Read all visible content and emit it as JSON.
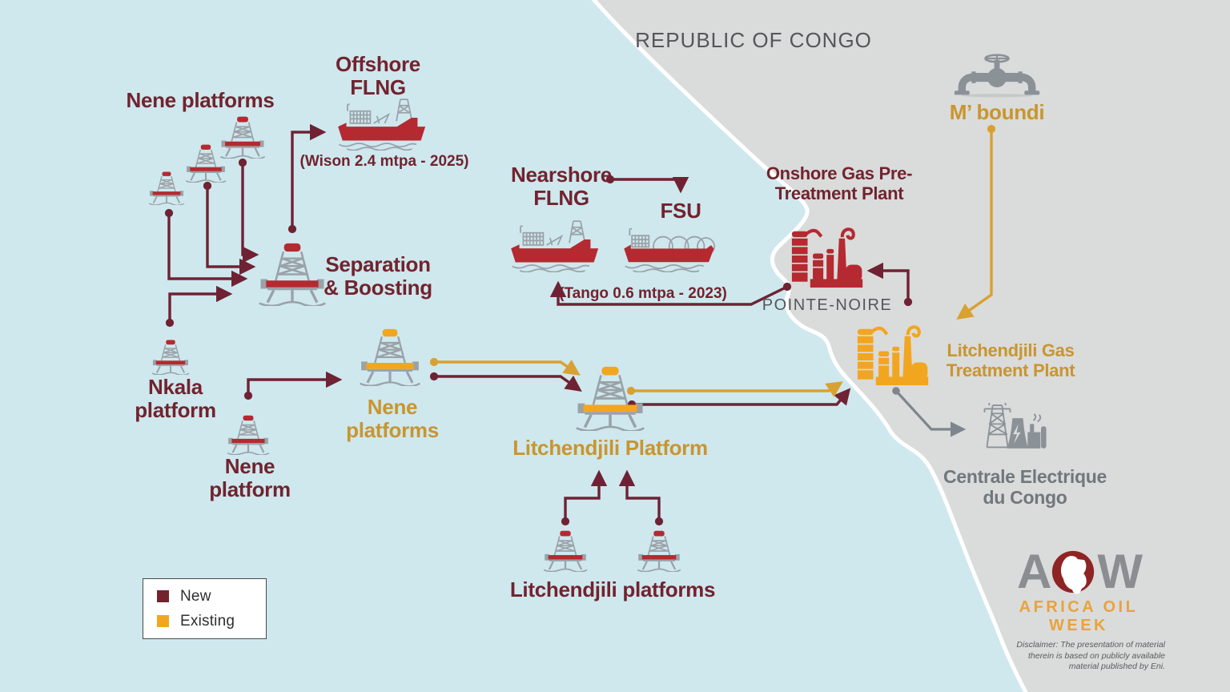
{
  "map": {
    "country_label": "REPUBLIC OF CONGO",
    "city_label": "POINTE-NOIRE"
  },
  "colors": {
    "new": "#72232e",
    "existing": "#f2a61f",
    "gold_text": "#c9952f",
    "sea": "#cee8ee",
    "land": "#dadbdb",
    "gray_icon": "#8a9298",
    "gray_text": "#70777d"
  },
  "nodes": {
    "nene_platforms_top": {
      "label": "Nene platforms"
    },
    "offshore_flng": {
      "l1": "Offshore",
      "l2": "FLNG",
      "note": "(Wison 2.4 mtpa - 2025)"
    },
    "separation_boosting": {
      "l1": "Separation",
      "l2": "& Boosting"
    },
    "nkala_platform": {
      "l1": "Nkala",
      "l2": "platform"
    },
    "nene_platform_single": {
      "l1": "Nene",
      "l2": "platform"
    },
    "nene_platforms_gold": {
      "l1": "Nene",
      "l2": "platforms"
    },
    "litchendjili_platform": {
      "label": "Litchendjili Platform"
    },
    "litchendjili_platforms": {
      "label": "Litchendjili platforms"
    },
    "nearshore_flng": {
      "l1": "Nearshore",
      "l2": "FLNG",
      "note": "(Tango 0.6 mtpa - 2023)"
    },
    "fsu": {
      "label": "FSU"
    },
    "onshore_plant": {
      "l1": "Onshore Gas Pre-",
      "l2": "Treatment Plant"
    },
    "mboundi": {
      "label": "M’ boundi"
    },
    "litchendjili_gtp": {
      "l1": "Litchendjili Gas",
      "l2": "Treatment Plant"
    },
    "centrale_electrique": {
      "l1": "Centrale Electrique",
      "l2": "du Congo"
    }
  },
  "legend": {
    "new": "New",
    "existing": "Existing"
  },
  "logo": {
    "letter_a": "A",
    "letter_w": "W",
    "name": "AFRICA OIL WEEK",
    "disclaimer_l1": "Disclaimer: The presentation of material",
    "disclaimer_l2": "therein is based on publicly available",
    "disclaimer_l3": "material published by Eni."
  }
}
